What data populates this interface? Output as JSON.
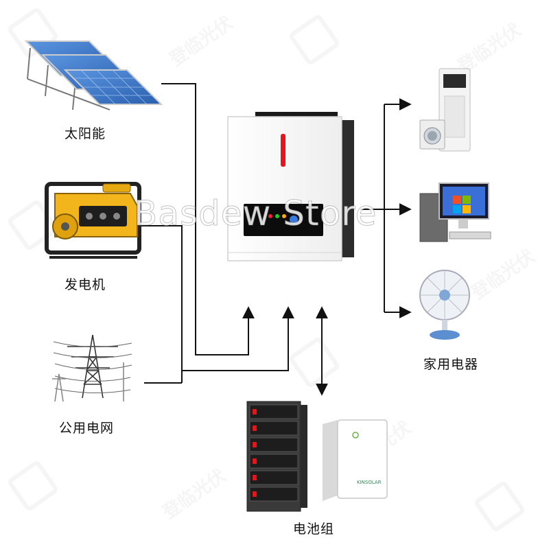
{
  "labels": {
    "solar": "太阳能",
    "generator": "发电机",
    "grid": "公用电网",
    "appliances": "家用电器",
    "battery": "电池组"
  },
  "watermark": {
    "store": "Basdew Store",
    "tile": "登临光伏"
  },
  "battery_brand": "KINSOLAR",
  "colors": {
    "line": "#111111",
    "inverter_led": "#e8141c",
    "generator_yellow": "#f2b51b",
    "solar_panel": "#3b74c8",
    "screen": "#0c0c0c"
  }
}
